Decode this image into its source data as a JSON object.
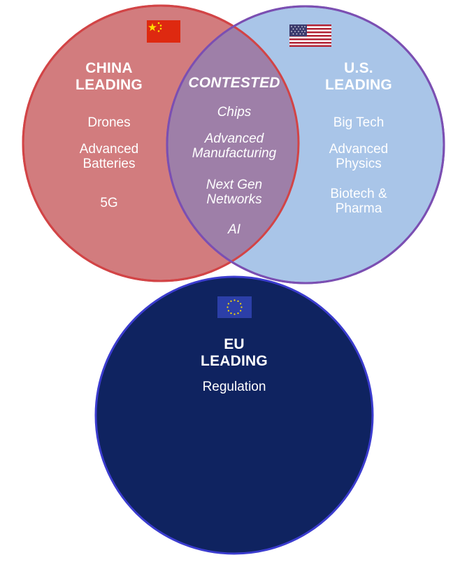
{
  "colors": {
    "china_fill": "#d27c7e",
    "china_stroke": "#d24446",
    "us_fill": "#a9c5e8",
    "us_stroke": "#7b4fb2",
    "contested_fill": "#9e7fa8",
    "eu_fill": "#0f2360",
    "eu_stroke": "#3b3ccf",
    "text": "#ffffff"
  },
  "china": {
    "flag_icon": "china-flag-icon",
    "heading": [
      "CHINA",
      "LEADING"
    ],
    "items": [
      [
        "Drones"
      ],
      [
        "Advanced",
        "Batteries"
      ],
      [
        "5G"
      ]
    ]
  },
  "contested": {
    "heading": [
      "CONTESTED"
    ],
    "items": [
      [
        "Chips"
      ],
      [
        "Advanced",
        "Manufacturing"
      ],
      [
        "Next Gen",
        "Networks"
      ],
      [
        "AI"
      ]
    ]
  },
  "us": {
    "flag_icon": "us-flag-icon",
    "heading": [
      "U.S.",
      "LEADING"
    ],
    "items": [
      [
        "Big Tech"
      ],
      [
        "Advanced",
        "Physics"
      ],
      [
        "Biotech &",
        "Pharma"
      ]
    ]
  },
  "eu": {
    "flag_icon": "eu-flag-icon",
    "heading": [
      "EU",
      "LEADING"
    ],
    "items": [
      [
        "Regulation"
      ]
    ]
  }
}
